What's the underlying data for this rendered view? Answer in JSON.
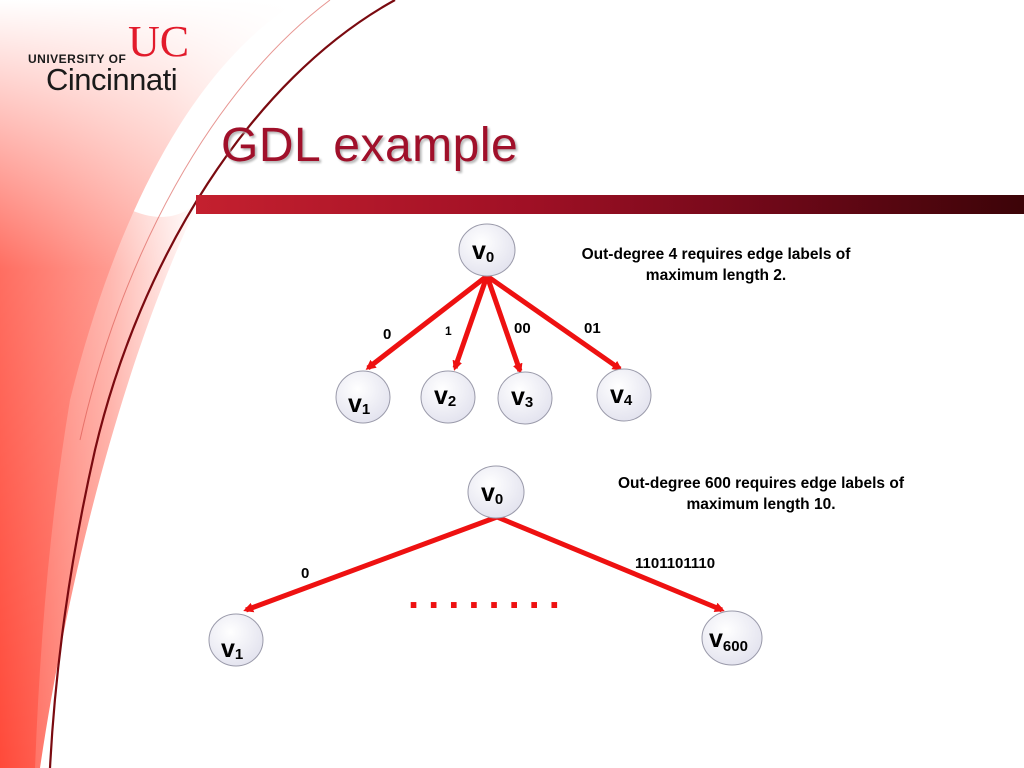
{
  "slide": {
    "title": "GDL example",
    "colors": {
      "accent": "#a0102a",
      "edge": "#ee1111",
      "node_fill": "#eeeef5",
      "node_stroke": "#9a9aaa"
    }
  },
  "logo": {
    "line1": "UNIVERSITY OF",
    "line2": "Cincinnati",
    "mark": "UC"
  },
  "example_top": {
    "note": "Out-degree 4 requires edge labels of maximum length 2.",
    "root": {
      "name": "v",
      "sub": "0"
    },
    "children": [
      {
        "name": "v",
        "sub": "1",
        "edge_label": "0"
      },
      {
        "name": "v",
        "sub": "2",
        "edge_label": "1"
      },
      {
        "name": "v",
        "sub": "3",
        "edge_label": "00"
      },
      {
        "name": "v",
        "sub": "4",
        "edge_label": "01"
      }
    ]
  },
  "example_bottom": {
    "note": "Out-degree 600 requires edge labels of maximum length 10.",
    "root": {
      "name": "v",
      "sub": "0"
    },
    "children": [
      {
        "name": "v",
        "sub": "1",
        "edge_label": "0"
      },
      {
        "name": "v",
        "sub": "600",
        "edge_label": "1101101110"
      }
    ],
    "ellipsis": "........"
  }
}
